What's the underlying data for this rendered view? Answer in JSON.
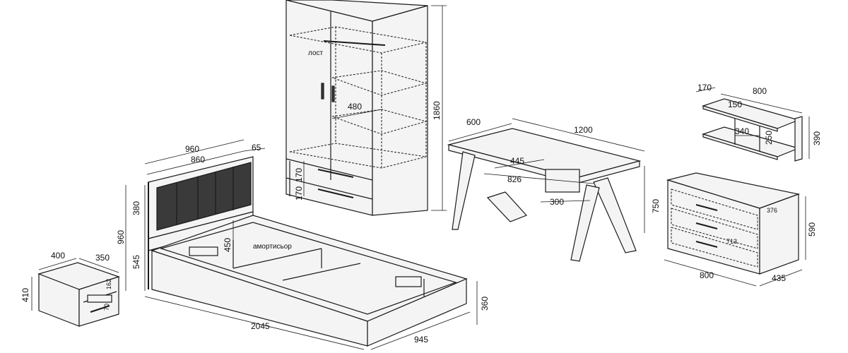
{
  "wardrobe": {
    "dim_height": "1860",
    "dim_shelf_depth": "480",
    "dim_drawer_1": "170",
    "dim_drawer_2": "170",
    "label_rod": "лост"
  },
  "desk": {
    "dim_depth": "600",
    "dim_width": "1200",
    "dim_height": "750",
    "dim_drawer_width": "445",
    "dim_leg_span": "826",
    "dim_drawer_depth": "300"
  },
  "wall_shelf": {
    "dim_depth": "170",
    "dim_width": "800",
    "dim_inner_depth": "150",
    "dim_compartment": "340",
    "dim_inner_height": "250",
    "dim_height": "390"
  },
  "dresser": {
    "dim_drawer_width": "376",
    "dim_inner_width": "713",
    "dim_height": "590",
    "dim_width": "800",
    "dim_depth": "435"
  },
  "bed": {
    "dim_headboard_total": "960",
    "dim_headboard_panel": "860",
    "dim_thickness": "65",
    "dim_panel_height": "380",
    "dim_total_height": "960",
    "dim_side_height": "545",
    "dim_inner_height": "450",
    "label_shock": "амортисьор",
    "dim_length": "2045",
    "dim_width": "945",
    "dim_base_height": "360"
  },
  "nightstand": {
    "dim_width": "400",
    "dim_depth": "350",
    "dim_height": "410",
    "dim_niche": "162",
    "dim_drawer": "70"
  }
}
